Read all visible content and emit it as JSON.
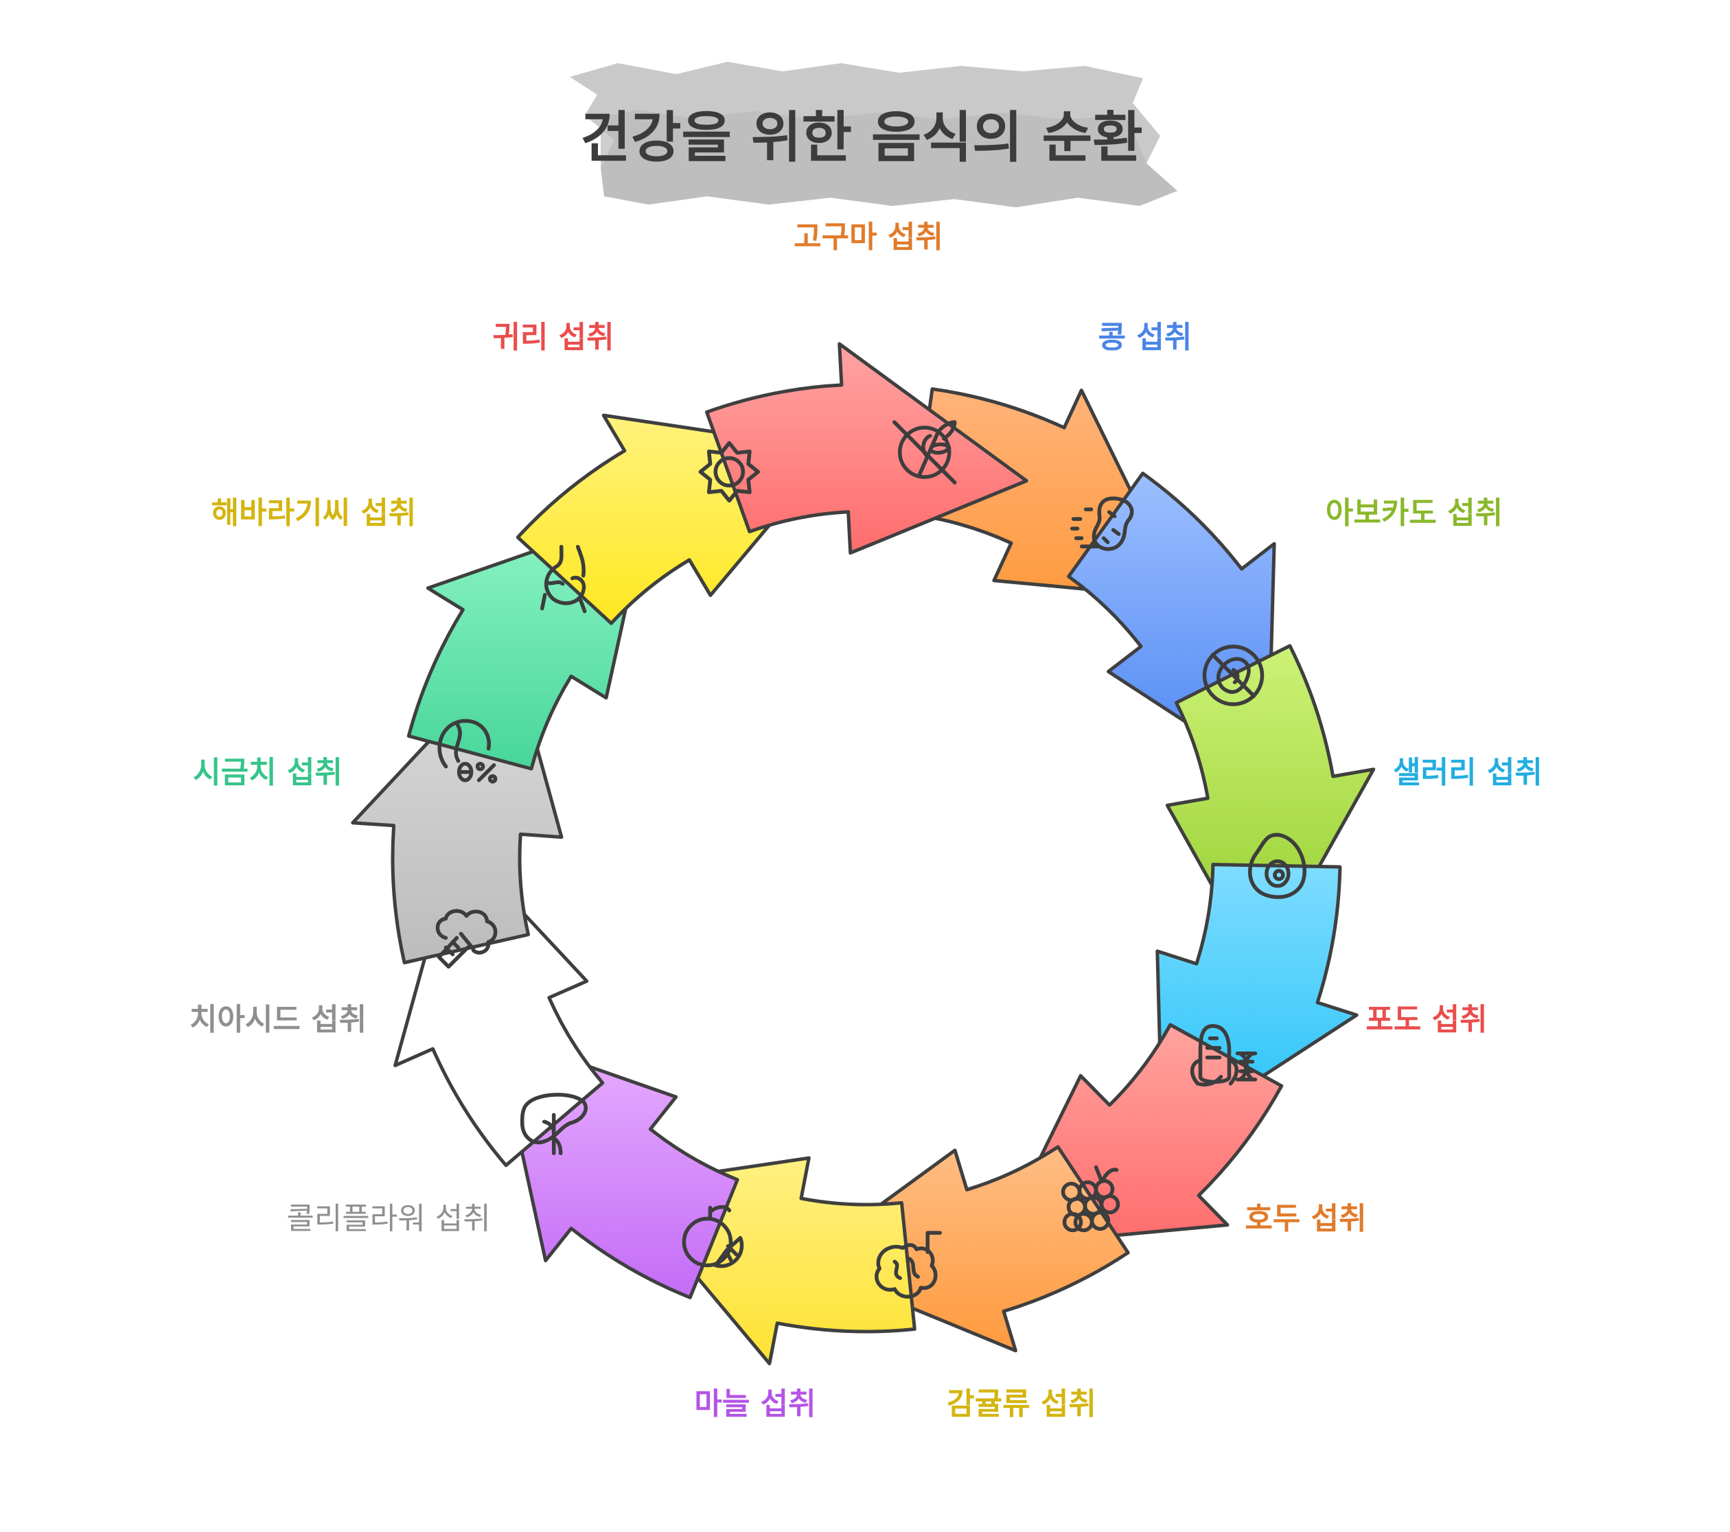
{
  "title": "건강을 위한 음식의 순환",
  "steps": [
    {
      "label": "고구마 섭취",
      "label_color": "#e07b2b",
      "fill_top": "#ffb37a",
      "fill_bottom": "#ff9a3e",
      "icon": "peanut-icon"
    },
    {
      "label": "콩 섭취",
      "label_color": "#4a85e6",
      "fill_top": "#9cbfff",
      "fill_bottom": "#4d86f2",
      "icon": "no-bean-icon"
    },
    {
      "label": "아보카도 섭취",
      "label_color": "#8ab82b",
      "fill_top": "#ccf276",
      "fill_bottom": "#92cc2c",
      "icon": "avocado-icon"
    },
    {
      "label": "샐러리 섭취",
      "label_color": "#22aee0",
      "fill_top": "#7fdcff",
      "fill_bottom": "#21c2f8",
      "icon": "corn-dna-icon"
    },
    {
      "label": "포도 섭취",
      "label_color": "#ea4d4d",
      "fill_top": "#ffa39e",
      "fill_bottom": "#ff6c6c",
      "icon": "grapes-icon"
    },
    {
      "label": "호두 섭취",
      "label_color": "#e07b2b",
      "fill_top": "#ffbd84",
      "fill_bottom": "#ff9a3e",
      "icon": "walnut-icon"
    },
    {
      "label": "감귤류 섭취",
      "label_color": "#d4b50f",
      "fill_top": "#fff082",
      "fill_bottom": "#ffe232",
      "icon": "citrus-icon"
    },
    {
      "label": "마늘 섭취",
      "label_color": "#b455e6",
      "fill_top": "#e8b0ff",
      "fill_bottom": "#c46cf6",
      "icon": "liver-icon"
    },
    {
      "label": "콜리플라워 섭취",
      "label_color": "#8f8f8f",
      "fill_top": "#ffffff",
      "fill_bottom": "#ffffff",
      "icon": "broccoli-icon"
    },
    {
      "label": "치아시드 섭취",
      "label_color": "#8f8f8f",
      "fill_top": "#dcdcdc",
      "fill_bottom": "#bcbcbc",
      "icon": "zero-percent-icon"
    },
    {
      "label": "시금치 섭취",
      "label_color": "#36c48a",
      "fill_top": "#8ef5c6",
      "fill_bottom": "#48d69a",
      "icon": "stomach-icon"
    },
    {
      "label": "해바라기씨 섭취",
      "label_color": "#d4b50f",
      "fill_top": "#fff27d",
      "fill_bottom": "#ffe820",
      "icon": "sun-icon"
    },
    {
      "label": "귀리 섭취",
      "label_color": "#ea4d4d",
      "fill_top": "#ffa3a3",
      "fill_bottom": "#ff6d6d",
      "icon": "no-wheat-icon"
    }
  ]
}
